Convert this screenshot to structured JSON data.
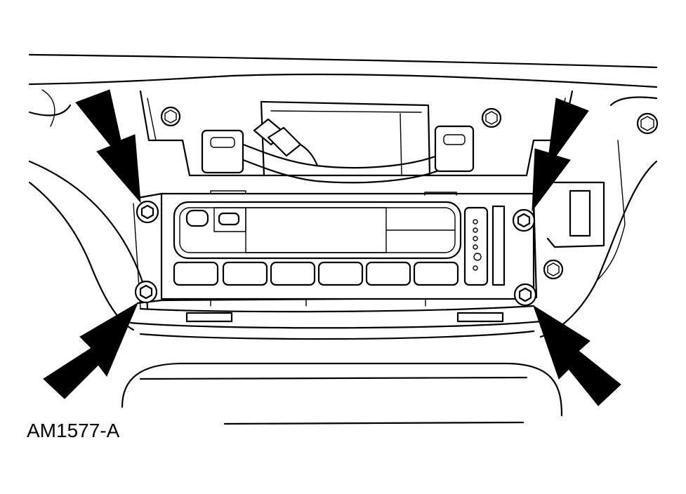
{
  "figure": {
    "id_label": "AM1577-A"
  },
  "colors": {
    "line": "#000000",
    "background": "#ffffff"
  },
  "callouts": {
    "arrow_count": 4,
    "fastener_count": 4
  }
}
